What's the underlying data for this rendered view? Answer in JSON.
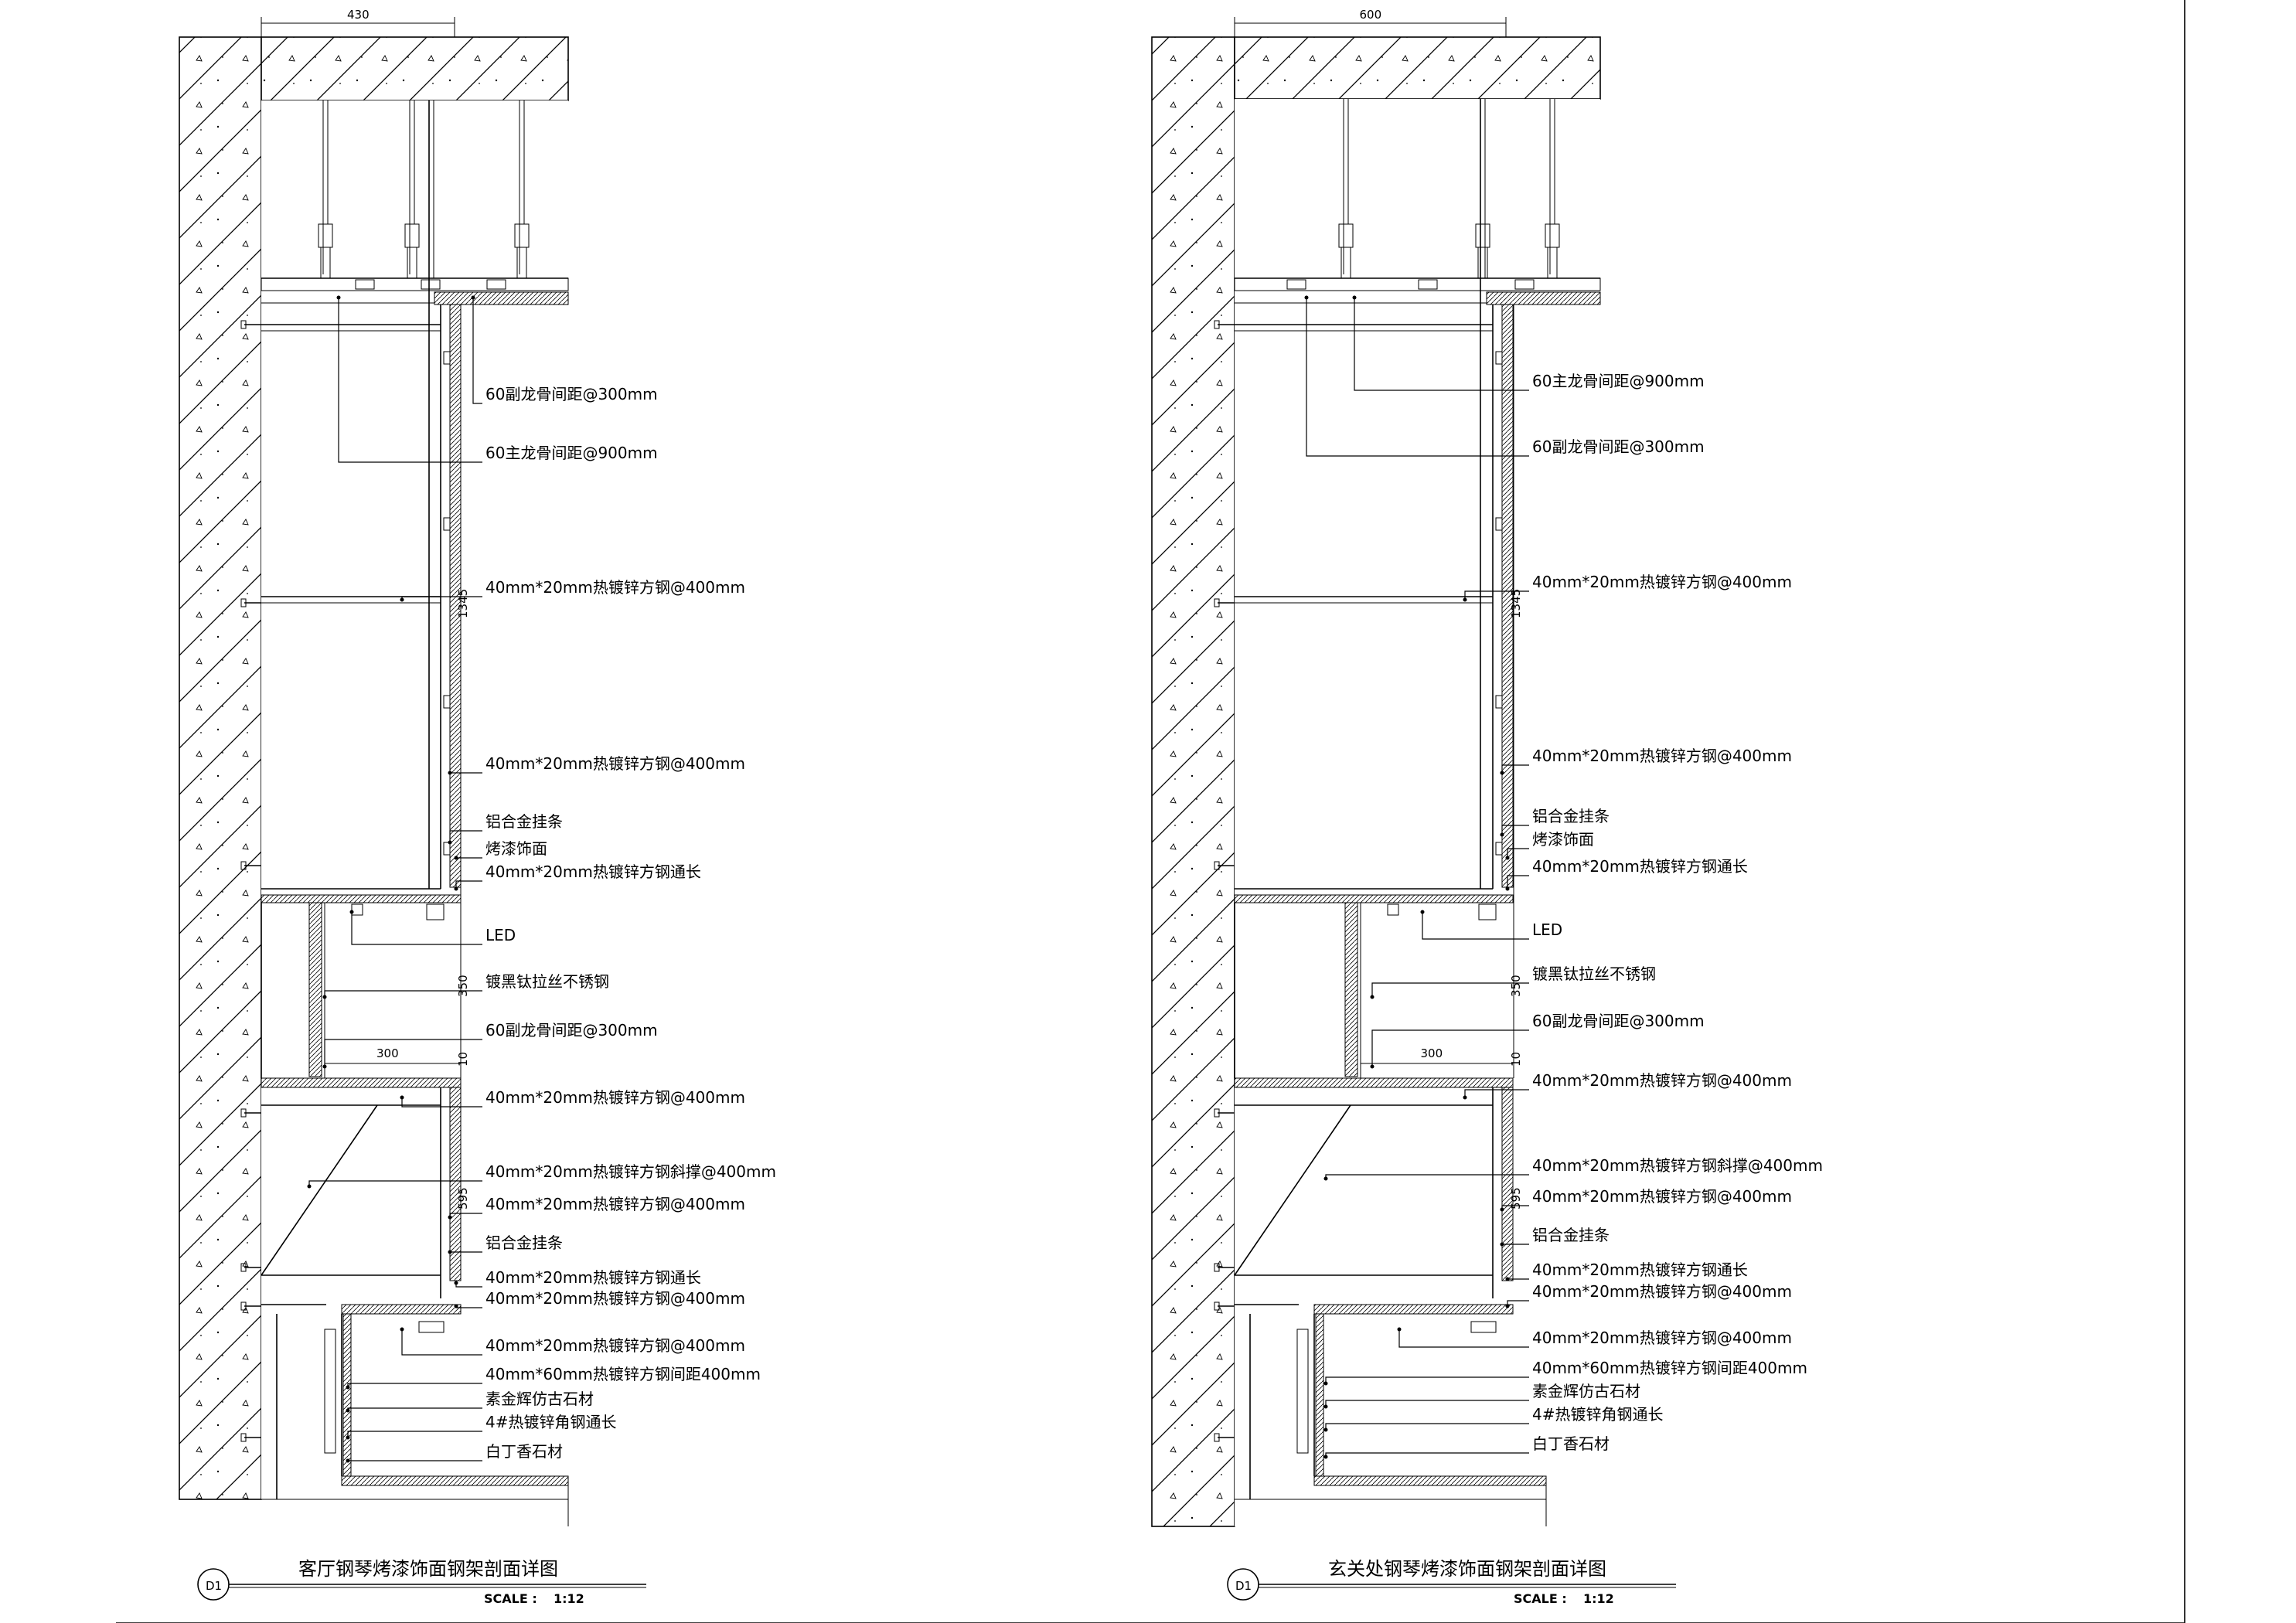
{
  "drawings": [
    {
      "id": "left",
      "top_dimension": "430",
      "inner_dimension": "300",
      "vertical_dims": [
        "1345",
        "350",
        "10",
        "595"
      ],
      "labels": [
        "60副龙骨间距@300mm",
        "60主龙骨间距@900mm",
        "40mm*20mm热镀锌方钢@400mm",
        "40mm*20mm热镀锌方钢@400mm",
        "铝合金挂条",
        "烤漆饰面",
        "40mm*20mm热镀锌方钢通长",
        "LED",
        "镀黑钛拉丝不锈钢",
        "60副龙骨间距@300mm",
        "40mm*20mm热镀锌方钢@400mm",
        "40mm*20mm热镀锌方钢斜撑@400mm",
        "40mm*20mm热镀锌方钢@400mm",
        "铝合金挂条",
        "40mm*20mm热镀锌方钢通长",
        "40mm*20mm热镀锌方钢@400mm",
        "40mm*20mm热镀锌方钢@400mm",
        "40mm*60mm热镀锌方钢间距400mm",
        "素金辉仿古石材",
        "4#热镀锌角钢通长",
        "白丁香石材"
      ],
      "title": {
        "number": "D1",
        "name": "客厅钢琴烤漆饰面钢架剖面详图",
        "scale_label": "SCALE :",
        "scale_value": "1:12"
      }
    },
    {
      "id": "right",
      "top_dimension": "600",
      "inner_dimension": "300",
      "vertical_dims": [
        "1345",
        "350",
        "10",
        "595"
      ],
      "labels": [
        "60主龙骨间距@900mm",
        "60副龙骨间距@300mm",
        "40mm*20mm热镀锌方钢@400mm",
        "40mm*20mm热镀锌方钢@400mm",
        "铝合金挂条",
        "烤漆饰面",
        "40mm*20mm热镀锌方钢通长",
        "LED",
        "镀黑钛拉丝不锈钢",
        "60副龙骨间距@300mm",
        "40mm*20mm热镀锌方钢@400mm",
        "40mm*20mm热镀锌方钢斜撑@400mm",
        "40mm*20mm热镀锌方钢@400mm",
        "铝合金挂条",
        "40mm*20mm热镀锌方钢通长",
        "40mm*20mm热镀锌方钢@400mm",
        "40mm*20mm热镀锌方钢@400mm",
        "40mm*60mm热镀锌方钢间距400mm",
        "素金辉仿古石材",
        "4#热镀锌角钢通长",
        "白丁香石材"
      ],
      "title": {
        "number": "D1",
        "name": "玄关处钢琴烤漆饰面钢架剖面详图",
        "scale_label": "SCALE :",
        "scale_value": "1:12"
      }
    }
  ]
}
